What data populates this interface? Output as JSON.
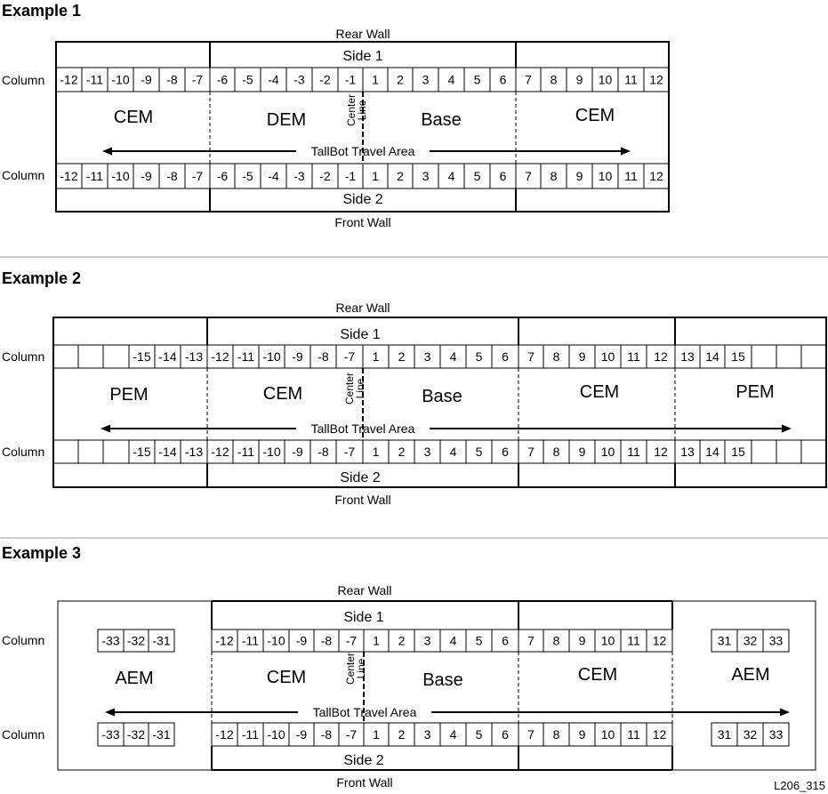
{
  "figure_id": "L206_315",
  "examples": [
    {
      "title": "Example 1",
      "rear_wall": "Rear Wall",
      "front_wall": "Front Wall",
      "side1": "Side 1",
      "side2": "Side 2",
      "column_label": "Column",
      "center_line": [
        "Center",
        "Line"
      ],
      "travel_area": "TallBot Travel Area",
      "modules": [
        "CEM",
        "DEM",
        "Base",
        "CEM"
      ],
      "columns": [
        "-12",
        "-11",
        "-10",
        "-9",
        "-8",
        "-7",
        "-6",
        "-5",
        "-4",
        "-3",
        "-2",
        "-1",
        "1",
        "2",
        "3",
        "4",
        "5",
        "6",
        "7",
        "8",
        "9",
        "10",
        "11",
        "12"
      ]
    },
    {
      "title": "Example 2",
      "rear_wall": "Rear Wall",
      "front_wall": "Front Wall",
      "side1": "Side 1",
      "side2": "Side 2",
      "column_label": "Column",
      "center_line": [
        "Center",
        "Line"
      ],
      "travel_area": "TallBot Travel Area",
      "modules": [
        "PEM",
        "CEM",
        "Base",
        "CEM",
        "PEM"
      ],
      "columns": [
        "",
        "",
        "",
        "-15",
        "-14",
        "-13",
        "-12",
        "-11",
        "-10",
        "-9",
        "-8",
        "-7",
        "1",
        "2",
        "3",
        "4",
        "5",
        "6",
        "7",
        "8",
        "9",
        "10",
        "11",
        "12",
        "13",
        "14",
        "15",
        "",
        "",
        ""
      ]
    },
    {
      "title": "Example 3",
      "rear_wall": "Rear Wall",
      "front_wall": "Front Wall",
      "side1": "Side 1",
      "side2": "Side 2",
      "column_label": "Column",
      "center_line": [
        "Center",
        "Line"
      ],
      "travel_area": "TallBot Travel Area",
      "modules": [
        "AEM",
        "CEM",
        "Base",
        "CEM",
        "AEM"
      ],
      "aem_left_columns": [
        "-33",
        "-32",
        "-31"
      ],
      "columns": [
        "-12",
        "-11",
        "-10",
        "-9",
        "-8",
        "-7",
        "1",
        "2",
        "3",
        "4",
        "5",
        "6",
        "7",
        "8",
        "9",
        "10",
        "11",
        "12"
      ],
      "aem_right_columns": [
        "31",
        "32",
        "33"
      ]
    }
  ]
}
